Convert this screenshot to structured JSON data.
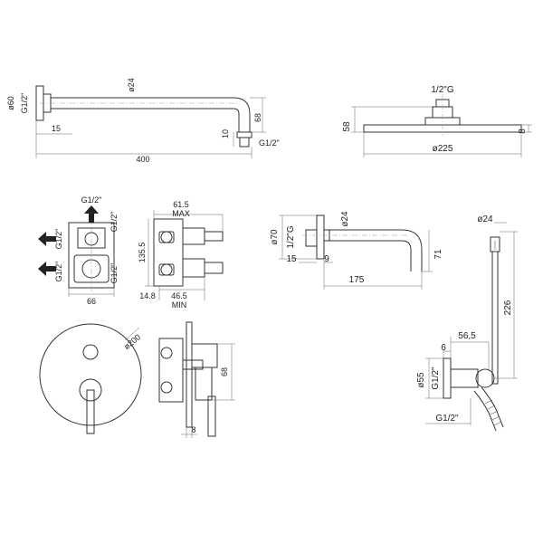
{
  "views": {
    "shower_arm": {
      "diameter": "ø24",
      "flange": "ø60",
      "thread": "G1/2\"",
      "length": "400",
      "offset": "15",
      "height": "68",
      "tip": "10",
      "tip_thread": "G1/2\""
    },
    "shower_head": {
      "thread": "1/2\"G",
      "height": "58",
      "thickness": "8",
      "diameter": "ø225"
    },
    "mixer_body": {
      "top_thread": "G1/2\"",
      "left_thread_upper": "G1/2\"",
      "left_thread_lower": "G1/2\"",
      "right_thread_upper": "G1/2\"",
      "right_thread_lower": "G1/2\"",
      "width": "66",
      "depth_max": "61.5",
      "max_label": "MAX",
      "height": "135.5",
      "depth_front": "14.8",
      "depth_min": "46.5",
      "min_label": "MIN"
    },
    "spout": {
      "flange": "ø70",
      "thread": "1/2\"G",
      "diameter": "ø24",
      "height": "71",
      "offset": "15",
      "wall": "9",
      "length": "175"
    },
    "plate": {
      "diameter": "ø200",
      "projection": "68",
      "thickness": "8"
    },
    "hand_shower": {
      "diameter": "ø24",
      "length": "226",
      "offset": "56,5",
      "depth": "6",
      "flange": "ø55",
      "thread_side": "G1/2\"",
      "thread_bottom": "G1/2\""
    }
  }
}
